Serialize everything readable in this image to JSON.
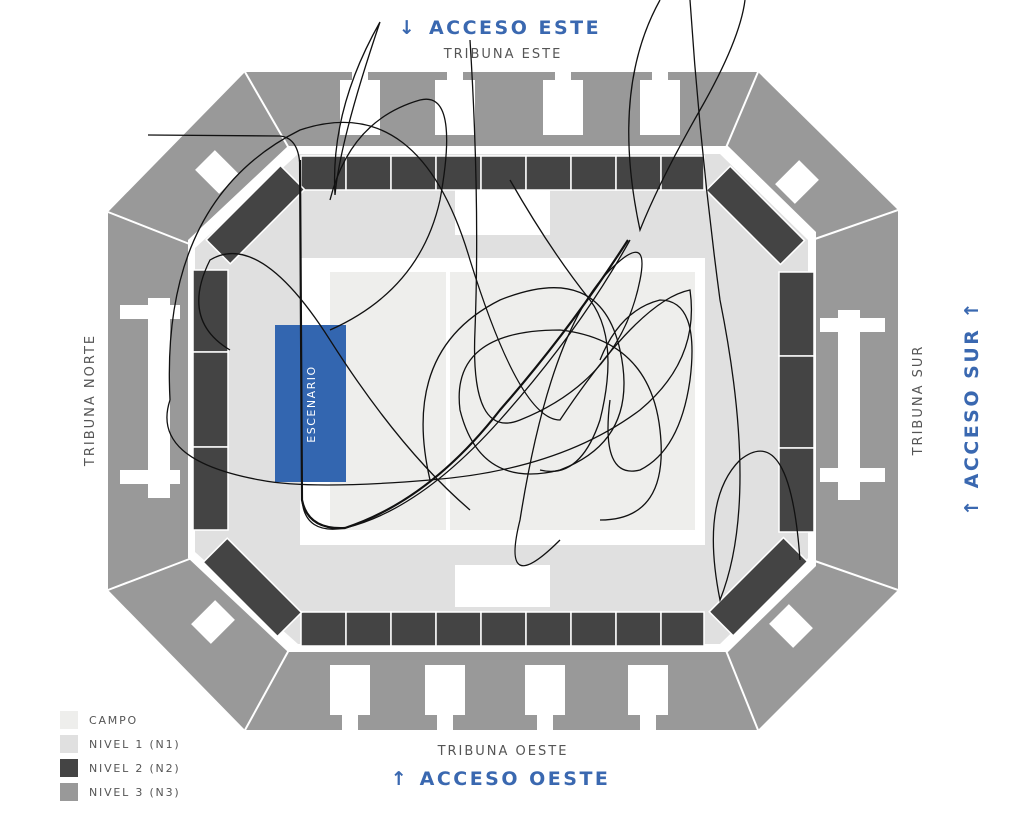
{
  "access": {
    "east": {
      "arrow": "↓",
      "label": "ACCESO ESTE"
    },
    "west": {
      "arrow": "↑",
      "label": "ACCESO OESTE"
    },
    "south": {
      "label": "↑ ACCESO SUR ↑"
    }
  },
  "stands": {
    "east": "TRIBUNA ESTE",
    "west": "TRIBUNA OESTE",
    "north": "TRIBUNA NORTE",
    "south": "TRIBUNA SUR"
  },
  "stage": "ESCENARIO",
  "colors": {
    "campo": "#eeeeec",
    "nivel1": "#e0e0e0",
    "nivel2": "#444444",
    "nivel3": "#999999",
    "stage": "#3366b0",
    "accent": "#3a68b0"
  },
  "legend": [
    {
      "label": "CAMPO",
      "color": "#eeeeec"
    },
    {
      "label": "NIVEL 1 (N1)",
      "color": "#e0e0e0"
    },
    {
      "label": "NIVEL 2 (N2)",
      "color": "#444444"
    },
    {
      "label": "NIVEL 3 (N3)",
      "color": "#999999"
    }
  ]
}
